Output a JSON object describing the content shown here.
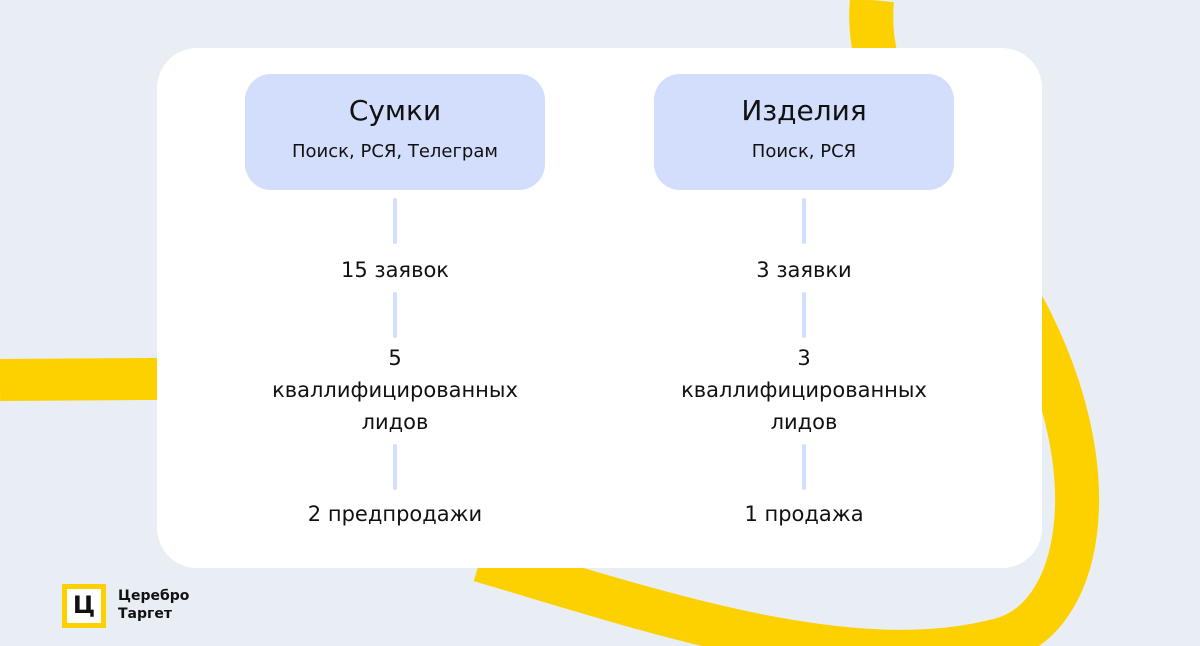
{
  "columns": [
    {
      "title": "Сумки",
      "channels": "Поиск, РСЯ, Телеграм",
      "leads": "15 заявок",
      "qualified_count": "5",
      "qualified_label": "кваллифицированных",
      "qualified_label2": "лидов",
      "result": "2 предпродажи"
    },
    {
      "title": "Изделия",
      "channels": "Поиск, РСЯ",
      "leads": "3 заявки",
      "qualified_count": "3",
      "qualified_label": "кваллифицированных",
      "qualified_label2": "лидов",
      "result": "1 продажа"
    }
  ],
  "logo": {
    "mark": "Ц",
    "line1": "Церебро",
    "line2": "Таргет"
  },
  "colors": {
    "background": "#e9edf4",
    "accent": "#fdd000",
    "box": "#d3defc"
  }
}
